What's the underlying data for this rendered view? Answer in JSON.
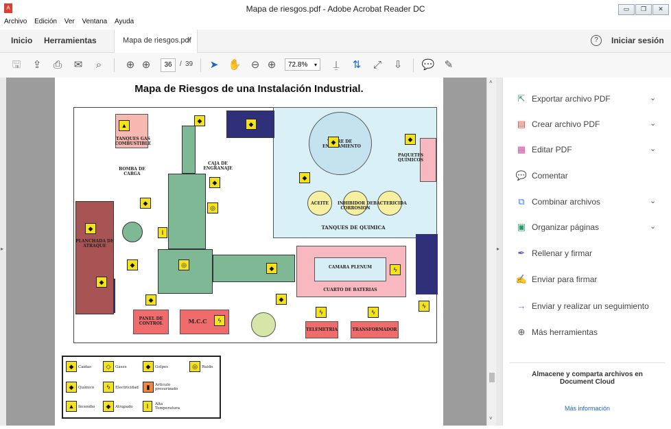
{
  "window": {
    "title": "Mapa de riesgos.pdf - Adobe Acrobat Reader DC",
    "app_icon_text": "A"
  },
  "menu": [
    "Archivo",
    "Edición",
    "Ver",
    "Ventana",
    "Ayuda"
  ],
  "tabs": {
    "home": "Inicio",
    "tools": "Herramientas",
    "document": "Mapa de riesgos.pdf",
    "close": "×"
  },
  "account": {
    "help": "?",
    "sign_in": "Iniciar sesión"
  },
  "toolbar": {
    "page_current": "36",
    "page_sep": "/",
    "page_total": "39",
    "zoom": "72.8%"
  },
  "right_panel": {
    "items": [
      {
        "label": "Exportar archivo PDF",
        "icon": "export-pdf-icon",
        "color": "#2e9a5b",
        "expandable": true
      },
      {
        "label": "Crear archivo PDF",
        "icon": "create-pdf-icon",
        "color": "#e24a3b",
        "expandable": true
      },
      {
        "label": "Editar PDF",
        "icon": "edit-pdf-icon",
        "color": "#d84aa0",
        "expandable": true
      },
      {
        "label": "Comentar",
        "icon": "comment-icon",
        "color": "#e7b32a",
        "expandable": false
      },
      {
        "label": "Combinar archivos",
        "icon": "combine-files-icon",
        "color": "#3b7fd8",
        "expandable": true
      },
      {
        "label": "Organizar páginas",
        "icon": "organize-pages-icon",
        "color": "#2f9a6a",
        "expandable": true
      },
      {
        "label": "Rellenar y firmar",
        "icon": "fill-sign-icon",
        "color": "#6a5bc8",
        "expandable": false
      },
      {
        "label": "Enviar para firmar",
        "icon": "send-sign-icon",
        "color": "#6a5bc8",
        "expandable": false
      },
      {
        "label": "Enviar y realizar un seguimiento",
        "icon": "send-track-icon",
        "color": "#3b7fd8",
        "expandable": false
      },
      {
        "label": "Más herramientas",
        "icon": "more-tools-icon",
        "color": "#555555",
        "expandable": false
      }
    ],
    "promo": "Almacene y comparta archivos en Document Cloud",
    "more_info": "Más información"
  },
  "diagram": {
    "title": "Mapa de Riesgos de una Instalación Industrial.",
    "labels": {
      "tanques_gas": "TANQUES GAS COMBUSTIBLE",
      "bomba": "BOMBA DE CARGA",
      "caja": "CAJA DE ENGRANAJE",
      "torre": "TORRE DE ENFRIAMIENTO",
      "planchada": "PLANCHADA DE ATRAQUE",
      "tanques_quimica": "TANQUES DE QUIMICA",
      "aceite": "ACEITE",
      "inhibidor": "INHIBIDOR DE CORROSION",
      "bactericida": "BACTERICIDA",
      "paquetes": "PAQUETES QUIMICOS",
      "camara": "CAMARA PLENUM",
      "cuarto": "CUARTO DE BATERIAS",
      "panel": "PANEL DE CONTROL",
      "mcc": "M.C.C",
      "telemetria": "TELEMETRIA",
      "transformador": "TRANSFORMADOR"
    },
    "legend": [
      {
        "label": "Caídas",
        "icon": "fall-hazard-icon"
      },
      {
        "label": "Gases",
        "icon": "gas-hazard-icon"
      },
      {
        "label": "Golpes",
        "icon": "impact-hazard-icon"
      },
      {
        "label": "Ruido",
        "icon": "noise-hazard-icon"
      },
      {
        "label": "Químico",
        "icon": "chemical-hazard-icon"
      },
      {
        "label": "Electricidad",
        "icon": "electric-hazard-icon"
      },
      {
        "label": "Articulo presurizado",
        "icon": "pressure-hazard-icon"
      },
      {
        "label": "Incendio",
        "icon": "fire-hazard-icon"
      },
      {
        "label": "Atrapado",
        "icon": "entrapment-hazard-icon"
      },
      {
        "label": "Alta Temperatura",
        "icon": "temperature-hazard-icon"
      }
    ],
    "colors": {
      "pink": "#f7a8a8",
      "green": "#7fb894",
      "lightblue": "#d7eef5",
      "navy": "#2f2f7a",
      "yellow": "#f4e31a",
      "maroon": "#a85454",
      "lightgreen": "#d6e6a7"
    }
  }
}
